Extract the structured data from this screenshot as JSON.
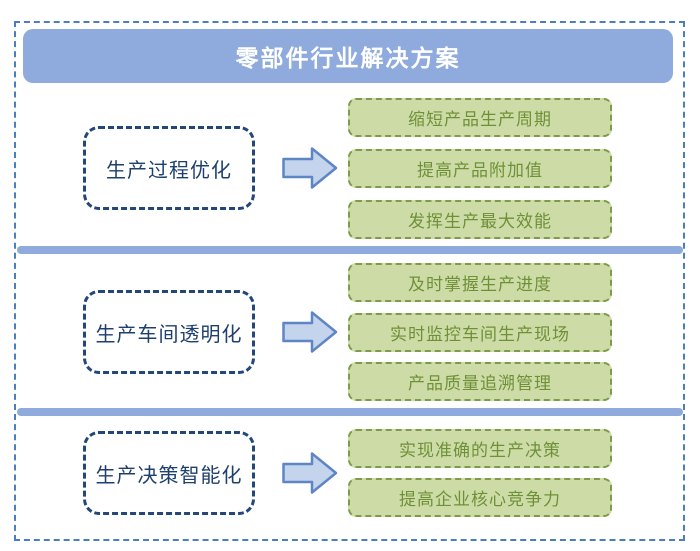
{
  "title": "零部件行业解决方案",
  "colors": {
    "page_bg": "#FFFFFF",
    "outer_border": "#4A7EBF",
    "title_bar_bg": "#8FAADC",
    "title_text": "#FFFFFF",
    "separator": "#8FAADC",
    "left_box_border": "#24477A",
    "left_box_text": "#1F3F6E",
    "arrow_fill": "#C3D4EC",
    "arrow_border": "#5E85C4",
    "item_bg": "#CDDCA7",
    "item_border": "#7E9B4B",
    "item_text": "#6F9038"
  },
  "icons": {
    "arrow": "right-block-arrow"
  },
  "sections": [
    {
      "label": "生产过程优化",
      "items": [
        "缩短产品生产周期",
        "提高产品附加值",
        "发挥生产最大效能"
      ]
    },
    {
      "label": "生产车间透明化",
      "items": [
        "及时掌握生产进度",
        "实时监控车间生产现场",
        "产品质量追溯管理"
      ]
    },
    {
      "label": "生产决策智能化",
      "items": [
        "实现准确的生产决策",
        "提高企业核心竞争力"
      ]
    }
  ]
}
